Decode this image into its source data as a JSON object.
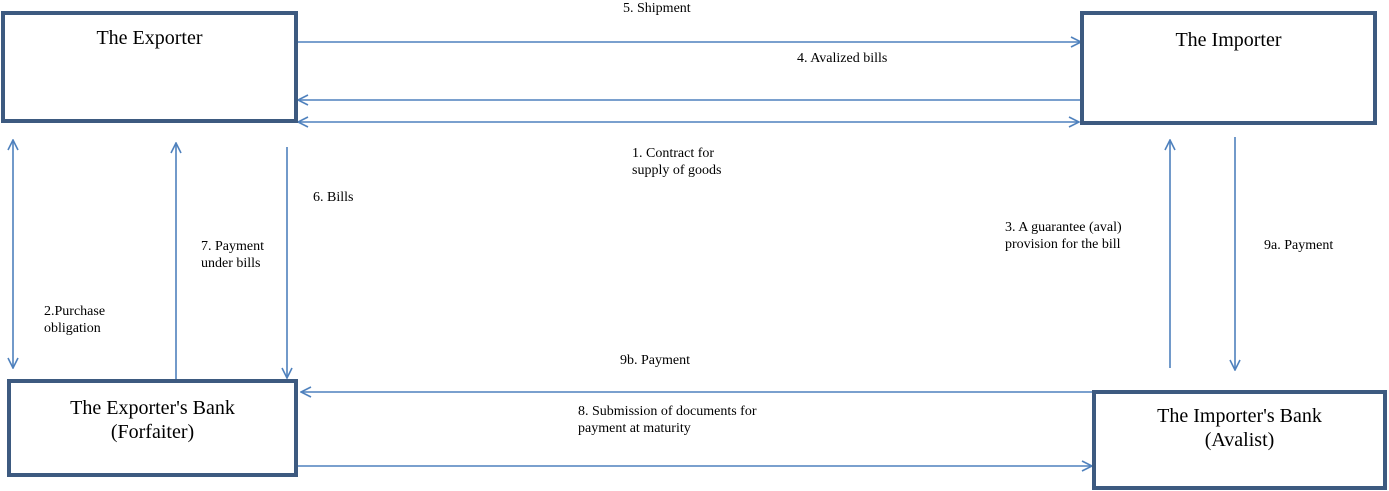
{
  "nodes": {
    "exporter": {
      "lines": [
        "The Exporter"
      ]
    },
    "importer": {
      "lines": [
        "The Importer"
      ]
    },
    "exporter_bank": {
      "lines": [
        "The Exporter's Bank",
        "(Forfaiter)"
      ]
    },
    "importer_bank": {
      "lines": [
        "The Importer's Bank",
        "(Avalist)"
      ]
    }
  },
  "edges": {
    "shipment": {
      "lines": [
        "5. Shipment"
      ]
    },
    "avalized_bills": {
      "lines": [
        "4. Avalized bills"
      ]
    },
    "contract": {
      "lines": [
        "1. Contract for",
        "supply of goods"
      ]
    },
    "bills": {
      "lines": [
        "6. Bills"
      ]
    },
    "payment_under_bills": {
      "lines": [
        "7. Payment",
        "under bills"
      ]
    },
    "purchase_obligation": {
      "lines": [
        "2.Purchase",
        "obligation"
      ]
    },
    "guarantee": {
      "lines": [
        "3. A guarantee (aval)",
        "provision for the bill"
      ]
    },
    "payment_9a": {
      "lines": [
        "9a. Payment"
      ]
    },
    "payment_9b": {
      "lines": [
        "9b. Payment"
      ]
    },
    "submission": {
      "lines": [
        "8. Submission of documents for",
        "payment at maturity"
      ]
    }
  },
  "colors": {
    "box_border": "#3d5a80",
    "arrow": "#4f81bd"
  }
}
